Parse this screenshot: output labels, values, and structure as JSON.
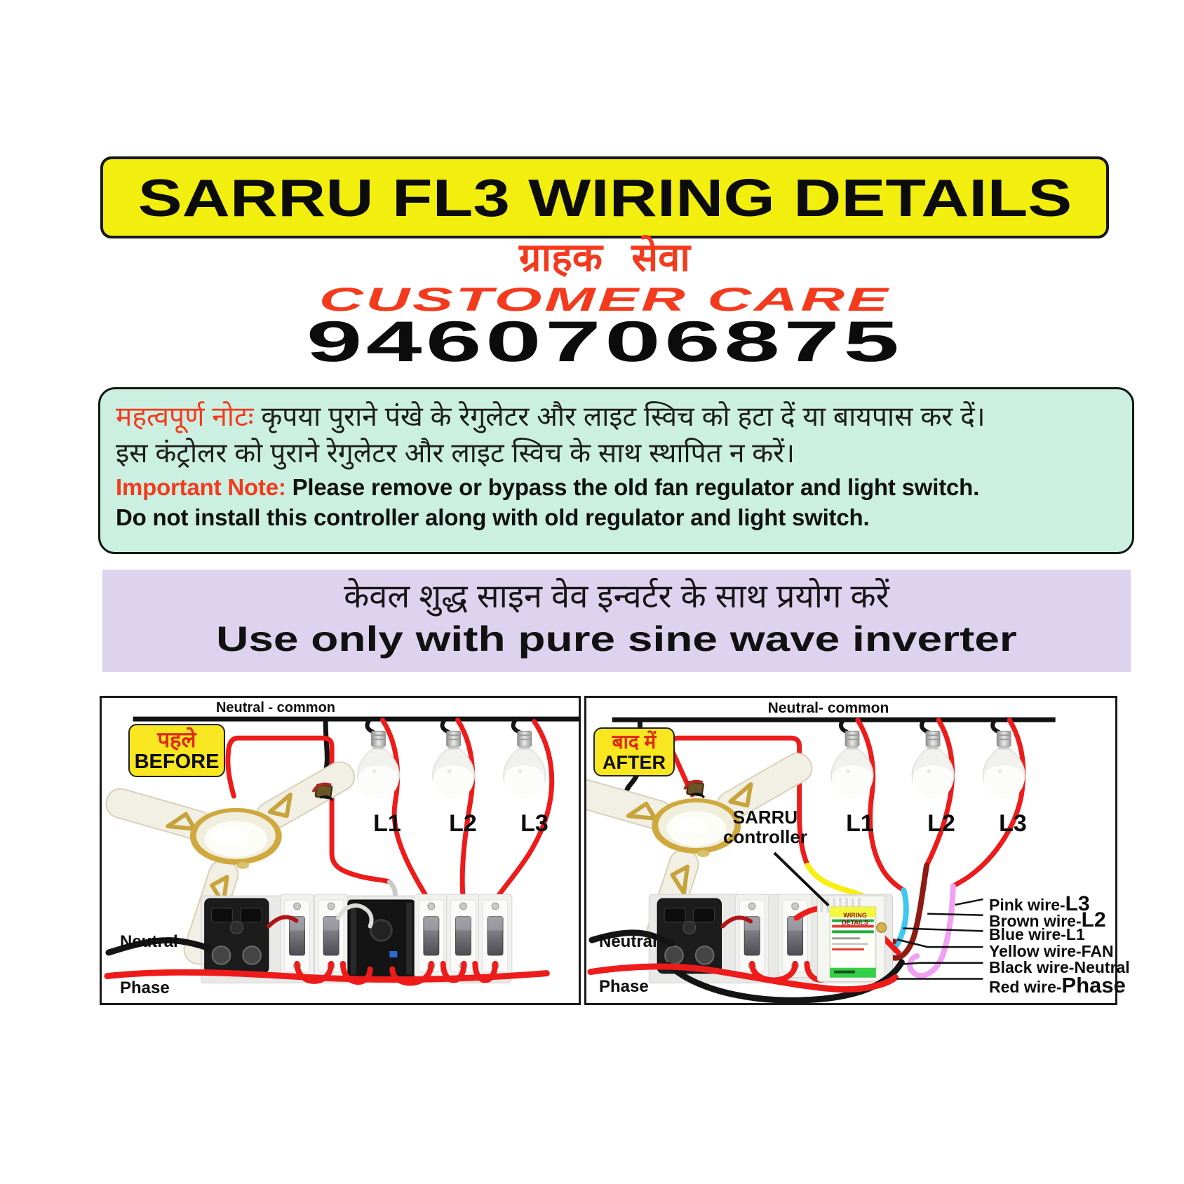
{
  "header": {
    "title": "SARRU FL3 WIRING DETAILS",
    "care_hindi": "ग्राहक सेवा",
    "care_english": "CUSTOMER CARE",
    "phone": "9460706875"
  },
  "important_note": {
    "hindi_label": "महत्वपूर्ण नोटः",
    "hindi_line1": "कृपया पुराने पंखे के रेगुलेटर और लाइट स्विच को हटा दें या बायपास कर दें।",
    "hindi_line2": "इस कंट्रोलर को पुराने रेगुलेटर और लाइट स्विच के साथ स्थापित न करें।",
    "english_label": "Important Note:",
    "english_line1": "Please remove or bypass the old fan regulator and light switch.",
    "english_line2": "Do not install this controller along with old regulator and light switch."
  },
  "inverter_notice": {
    "hindi": "केवल शुद्ध साइन वेव इन्वर्टर के साथ प्रयोग करें",
    "english": "Use only with pure sine wave inverter"
  },
  "before_panel": {
    "wire_bus_label": "Neutral - common",
    "badge_hindi": "पहले",
    "badge_english": "BEFORE",
    "bulb_labels": [
      "L1",
      "L2",
      "L3"
    ],
    "neutral_label": "Neutral",
    "phase_label": "Phase"
  },
  "after_panel": {
    "wire_bus_label": "Neutral- common",
    "badge_hindi": "बाद में",
    "badge_english": "AFTER",
    "controller_name": "SARRU",
    "controller_word": "controller",
    "controller_sticker": "WIRING DETAILS",
    "bulb_labels": [
      "L1",
      "L2",
      "L3"
    ],
    "neutral_label": "Neutral",
    "phase_label": "Phase",
    "wire_legend": [
      {
        "prefix": "Pink wire-",
        "target": "L3"
      },
      {
        "prefix": "Brown wire-",
        "target": "L2"
      },
      {
        "prefix": "Blue wire-",
        "target": "L1"
      },
      {
        "prefix": "Yellow wire-",
        "target": "FAN"
      },
      {
        "prefix": "Black wire-",
        "target": "Neutral"
      },
      {
        "prefix": "Red wire-",
        "target": "Phase"
      }
    ]
  },
  "colors": {
    "banner_yellow": "#f2ef0f",
    "accent_red": "#f43a1d",
    "note_teal": "#cbf0e1",
    "notice_purple": "#ded3ef",
    "badge_yellow": "#f8e620",
    "wire_red": "#ee1b1b",
    "wire_black": "#141414",
    "wire_yellow": "#f8ee12",
    "wire_blue": "#3fc9f2",
    "wire_brown": "#8e1a12",
    "wire_pink": "#f2a0f2",
    "wire_grey": "#c9c9c6"
  }
}
